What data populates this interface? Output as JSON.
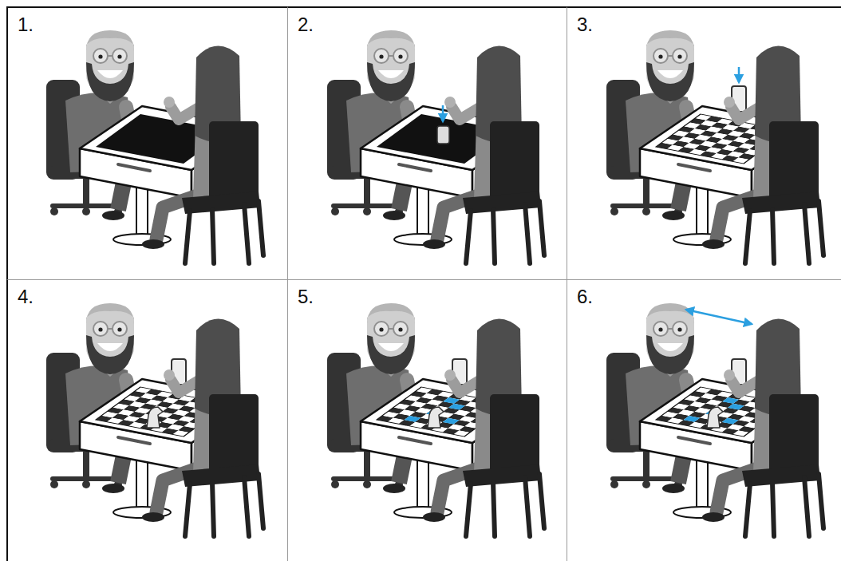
{
  "diagram": {
    "nodes": [
      {
        "text": [
          "1."
        ]
      },
      {
        "text": [
          "2."
        ]
      },
      {
        "text": [
          "3."
        ]
      },
      {
        "text": [
          "4."
        ]
      },
      {
        "text": [
          "5."
        ]
      },
      {
        "text": [
          "6."
        ]
      }
    ]
  }
}
